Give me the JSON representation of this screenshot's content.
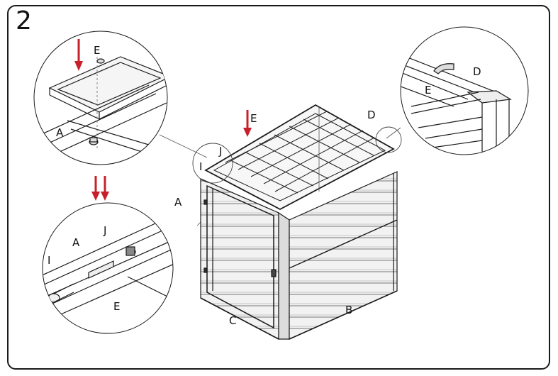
{
  "step_number": "2",
  "labels": {
    "main_E": "E",
    "main_D": "D",
    "main_J": "J",
    "main_I": "I",
    "main_A": "A",
    "main_B": "B",
    "main_C": "C",
    "tl_E": "E",
    "tl_A": "A",
    "tr_D": "D",
    "tr_E": "E",
    "bl_A": "A",
    "bl_J": "J",
    "bl_I": "I",
    "bl_E": "E"
  },
  "colors": {
    "arrow_red": "#c8202a",
    "line": "#1a1a1a",
    "panel_gray": "#e9e9e9"
  },
  "icons": {
    "down_arrow": "red-down-arrow",
    "double_down_arrow": "red-double-down-arrow"
  }
}
